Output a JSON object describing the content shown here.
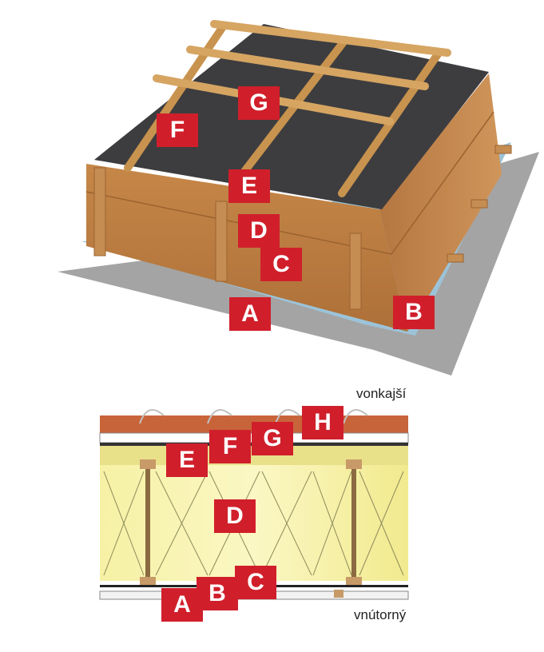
{
  "iso_view": {
    "labels": [
      "A",
      "B",
      "C",
      "D",
      "E",
      "F",
      "G"
    ]
  },
  "section_view": {
    "labels": [
      "A",
      "B",
      "C",
      "D",
      "E",
      "F",
      "G",
      "H"
    ],
    "outside_label": "vonkajší",
    "inside_label": "vnútorný"
  },
  "colors": {
    "badge": "#d01f2b",
    "wood_fibre": "#c98a52",
    "membrane": "#3d3d3f",
    "vapour_layer": "#9cc3d8",
    "base_sheet": "#9b9b9b",
    "battens": "#d4a05f",
    "insulation": "#f4ef9a",
    "tiles": "#c8643a"
  }
}
